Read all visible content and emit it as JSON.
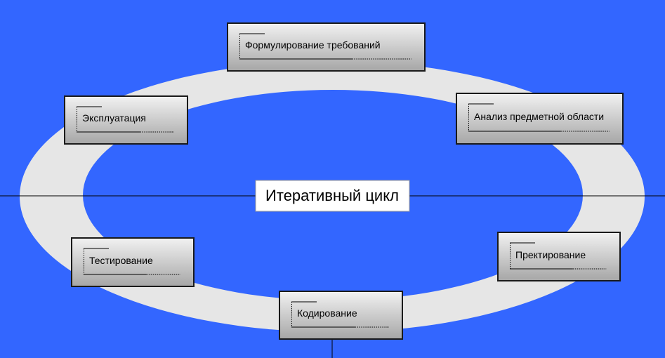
{
  "colors": {
    "background": "#3366ff",
    "ring": "#e6e6e6",
    "box_top": "#f2f2f2",
    "box_bottom": "#a6a6a6"
  },
  "center": {
    "label": "Итеративный цикл"
  },
  "stages": [
    {
      "id": "requirements",
      "label": "Формулирование требований"
    },
    {
      "id": "analysis",
      "label": "Анализ предметной области"
    },
    {
      "id": "design",
      "label": "Пректирование"
    },
    {
      "id": "coding",
      "label": "Кодирование"
    },
    {
      "id": "testing",
      "label": "Тестирование"
    },
    {
      "id": "operation",
      "label": "Эксплуатация"
    }
  ]
}
